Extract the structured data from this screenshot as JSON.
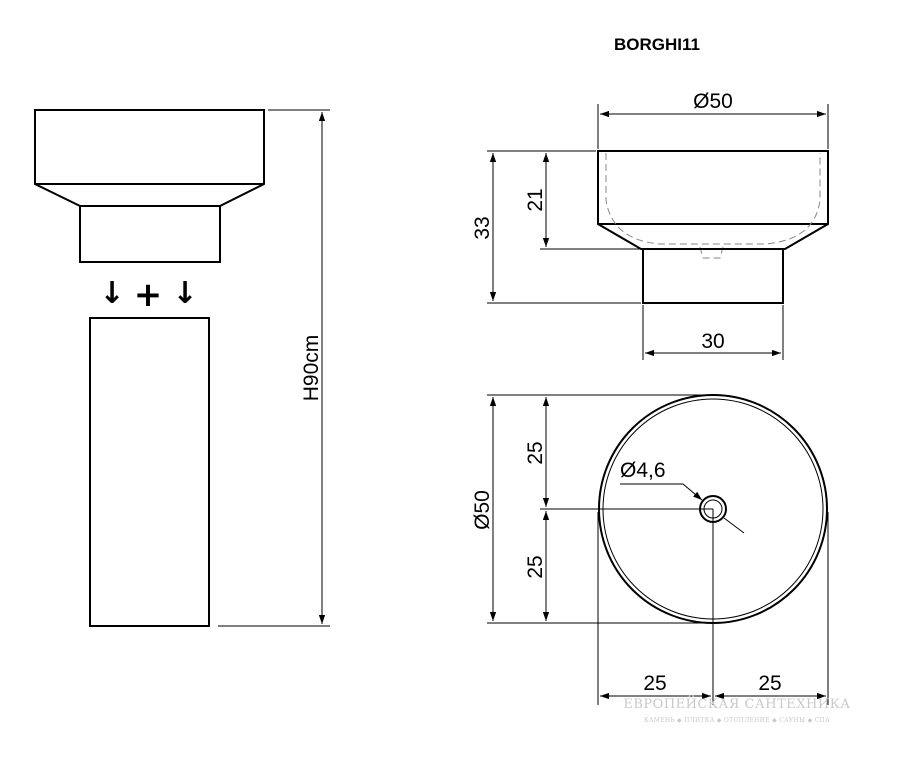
{
  "title": "BORGHI11",
  "dimensions": {
    "total_height": "H90cm",
    "top_diameter": "Ø50",
    "overall_height": "33",
    "bowl_height": "21",
    "base_width": "30",
    "plan_diameter": "Ø50",
    "half_upper": "25",
    "half_lower": "25",
    "half_left": "25",
    "half_right": "25",
    "drain_diameter": "Ø4,6"
  },
  "assembly_symbols": {
    "arrow_left": "↓",
    "plus": "+",
    "arrow_right": "↓"
  },
  "watermark": {
    "main": "ЕВРОПЕЙСКАЯ САНТЕХНИКА",
    "sub": "КАМЕНЬ ◆ ПЛИТКА ◆ ОТОПЛЕНИЕ ◆ САУНЫ ◆ СПА"
  }
}
